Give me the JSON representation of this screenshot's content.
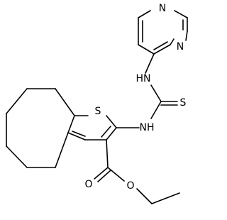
{
  "molecule": {
    "atom_labels": {
      "pyrazine_n_top": "N",
      "pyrazine_n_bottom": "N",
      "thiourea_nh_upper": "HN",
      "thiourea_s": "S",
      "thiophene_s": "S",
      "thiourea_nh_lower": "NH",
      "ester_o_carbonyl": "O",
      "ester_o_ether": "O"
    }
  }
}
